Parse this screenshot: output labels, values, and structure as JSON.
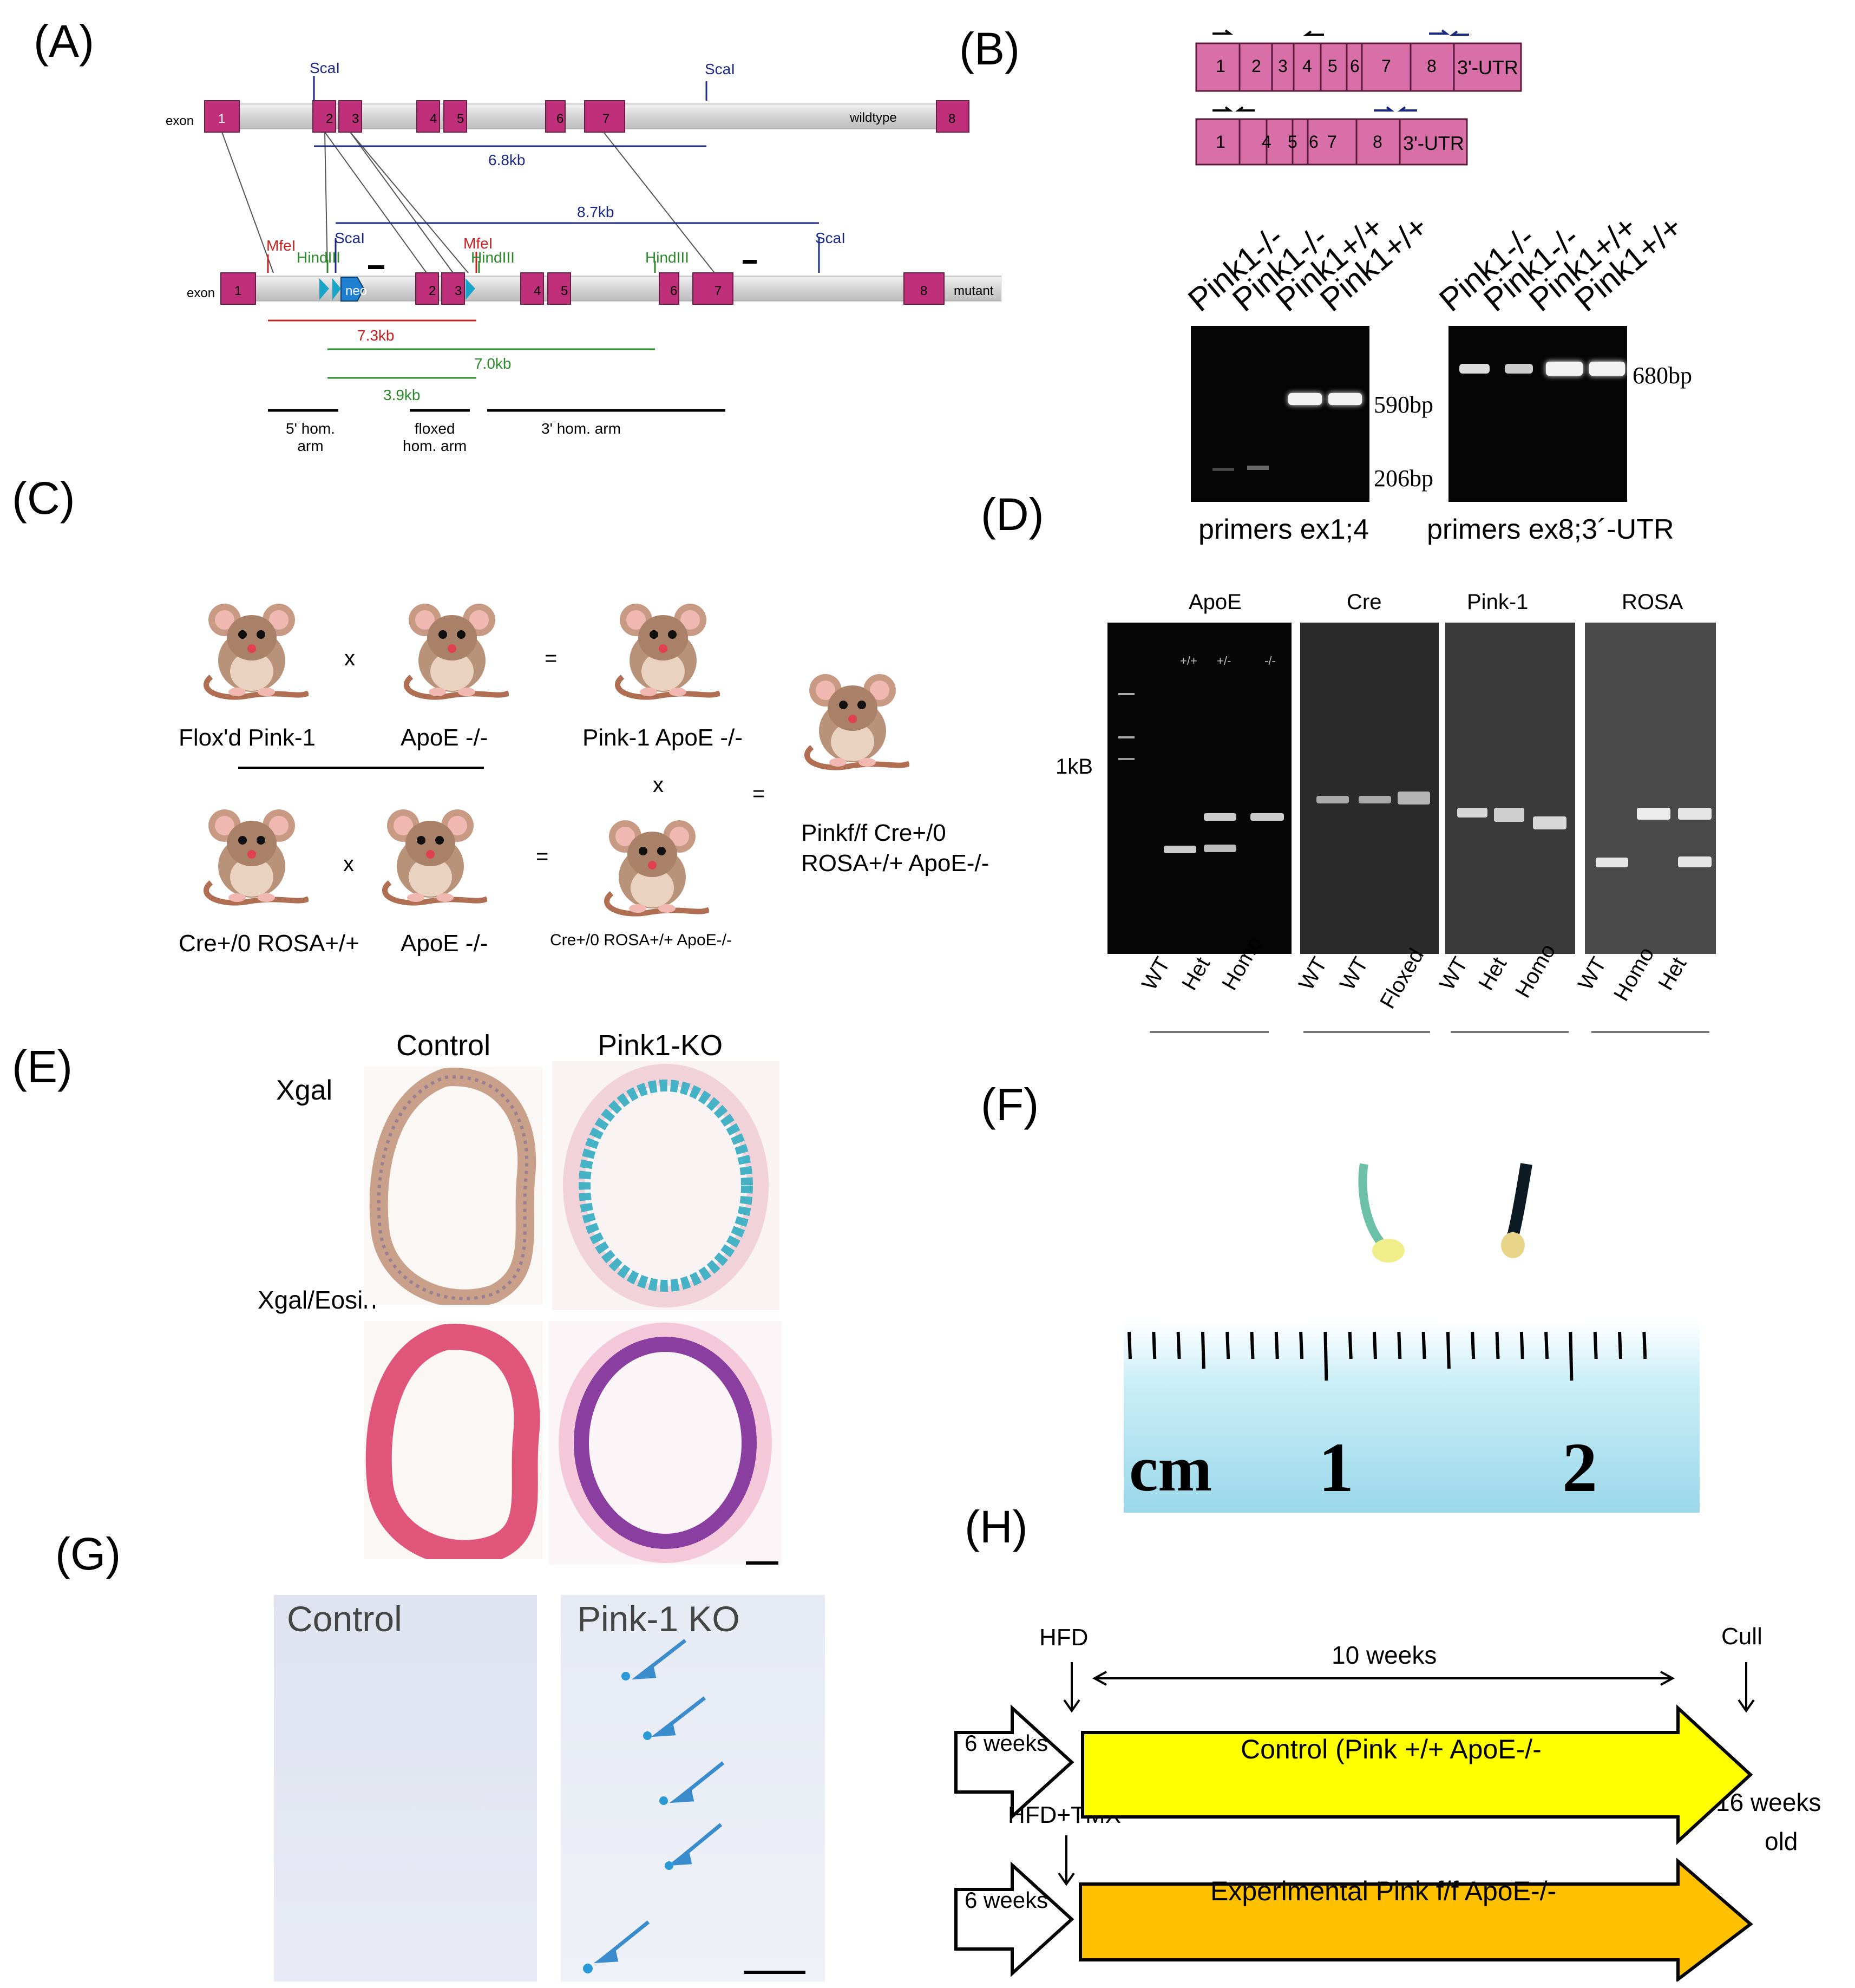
{
  "panels": [
    "(A)",
    "(B)",
    "(C)",
    "(D)",
    "(E)",
    "(F)",
    "(G)",
    "(H)"
  ],
  "panelA": {
    "wildtype_exons": [
      "1",
      "2",
      "3",
      "4",
      "5",
      "6",
      "7",
      "8"
    ],
    "mutant_exons": [
      "1",
      "2",
      "3",
      "4",
      "5",
      "6",
      "7",
      "8"
    ],
    "exon_label": "exon",
    "wildtype_label": "wildtype",
    "mutant_label": "mutant",
    "scal": "ScaI",
    "mfel": "MfeI",
    "hindiii": "HindIII",
    "neo": "neo",
    "len_68": "6.8kb",
    "len_87": "8.7kb",
    "len_73": "7.3kb",
    "len_70": "7.0kb",
    "len_39": "3.9kb",
    "arm5": "5' hom.\narm",
    "armflox": "floxed\nhom. arm",
    "arm3": "3' hom. arm"
  },
  "panelB": {
    "row1": [
      "1",
      "2",
      "3",
      "4",
      "5",
      "6",
      "7",
      "8",
      "3'-UTR"
    ],
    "row2": [
      "1",
      "4",
      "5",
      "6",
      "7",
      "8",
      "3'-UTR"
    ],
    "lanes": [
      "Pink1-/-",
      "Pink1-/-",
      "Pink1+/+",
      "Pink1+/+"
    ],
    "size_590": "590bp",
    "size_206": "206bp",
    "size_680": "680bp",
    "primers1": "primers ex1;4",
    "primers2": "primers ex8;3´-UTR"
  },
  "panelC": {
    "m1": "Flox'd Pink-1",
    "m2": "ApoE -/-",
    "m3": "Pink-1 ApoE -/-",
    "m4": "Cre+/0 ROSA+/+",
    "m5": "ApoE -/-",
    "m6": "Cre+/0 ROSA+/+ ApoE-/-",
    "result1": "Pinkf/f Cre+/0",
    "result2": "ROSA+/+ ApoE-/-",
    "x": "x",
    "eq": "="
  },
  "panelD": {
    "gels": [
      "ApoE",
      "Cre",
      "Pink-1",
      "ROSA"
    ],
    "marker": "1kB",
    "apoe_lanes": [
      "WT",
      "Het",
      "Homo"
    ],
    "cre_lanes": [
      "WT",
      "WT",
      "Floxed"
    ],
    "pink_lanes": [
      "WT",
      "Het",
      "Homo"
    ],
    "rosa_lanes": [
      "WT",
      "Homo",
      "Het"
    ],
    "apoe_top": [
      "+/+",
      "+/-",
      "-/-"
    ]
  },
  "panelE": {
    "control": "Control",
    "ko": "Pink1-KO",
    "row1": "Xgal",
    "row2": "Xgal/Eosin"
  },
  "panelF": {
    "cm": "cm",
    "one": "1",
    "two": "2"
  },
  "panelG": {
    "control": "Control",
    "ko": "Pink-1 KO"
  },
  "panelH": {
    "hfd": "HFD",
    "hfdtmx": "HFD+TMX",
    "weeks10": "10 weeks",
    "cull": "Cull",
    "weeks6a": "6 weeks",
    "weeks6b": "6 weeks",
    "control_bar": "Control (Pink +/+ ApoE-/-",
    "exp_bar": "Experimental Pink f/f  ApoE-/-",
    "age1": "16 weeks",
    "age2": "old",
    "colors": {
      "control": "#ffff00",
      "experimental": "#ffc000"
    }
  }
}
